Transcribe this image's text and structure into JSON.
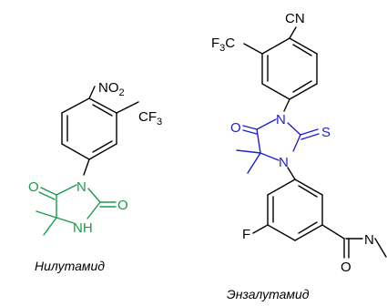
{
  "colors": {
    "black": "#000000",
    "green": "#1a9a4a",
    "blue": "#1e1ed2"
  },
  "molecules": [
    {
      "name": "Нилутамид",
      "atoms": {
        "nitro": "NO",
        "nitro_sub": "2",
        "cf3_prefix": "CF",
        "cf3_sub": "3",
        "ring_o1": "O",
        "ring_n": "N",
        "ring_o2": "O",
        "ring_nh": "NH"
      }
    },
    {
      "name": "Энзалутамид",
      "atoms": {
        "cn": "CN",
        "f3c_prefix": "F",
        "f3c_sub": "3",
        "f3c_suffix": "C",
        "ring_o": "O",
        "ring_n1": "N",
        "ring_s": "S",
        "ring_n2": "N",
        "fluoro": "F",
        "amide_o": "O",
        "amide_n": "N"
      }
    }
  ]
}
